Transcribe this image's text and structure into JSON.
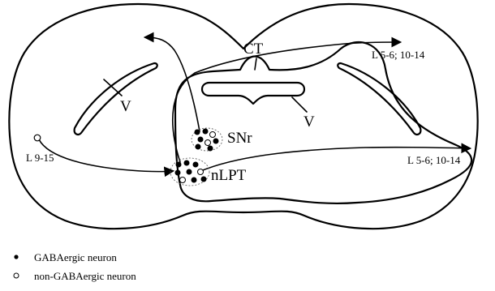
{
  "labels": {
    "ct": "CT",
    "v_left": "V",
    "v_center": "V",
    "snr": "SNr",
    "nlpt": "nLPT",
    "l9_15": "L 9-15",
    "l56_upper": "L 5-6; 10-14",
    "l56_right": "L 5-6; 10-14"
  },
  "legend": {
    "items": [
      {
        "label": "GABAergic neuron",
        "marker": "filled-circle",
        "color": "#000000"
      },
      {
        "label": "non-GABAergic neuron",
        "marker": "open-circle",
        "color": "#000000"
      }
    ]
  },
  "colors": {
    "line": "#000000",
    "background": "#ffffff",
    "cluster_outline": "#555555"
  }
}
